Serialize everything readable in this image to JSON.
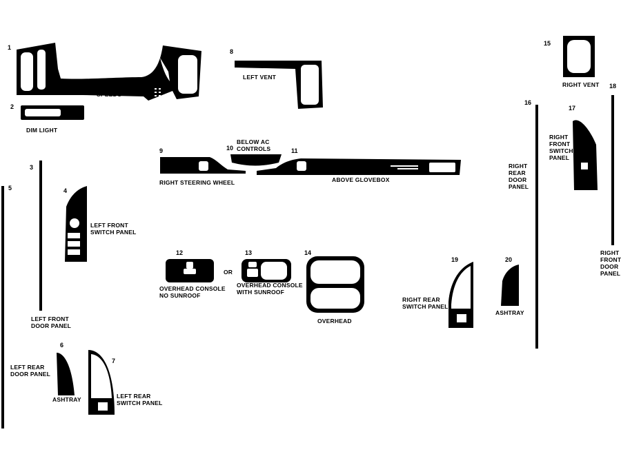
{
  "colors": {
    "part": "#000000",
    "cutout": "#ffffff",
    "background": "#ffffff"
  },
  "parts": [
    {
      "number": "1",
      "label": "SPEEDO"
    },
    {
      "number": "2",
      "label": "DIM LIGHT"
    },
    {
      "number": "3",
      "label": "LEFT FRONT\nDOOR PANEL"
    },
    {
      "number": "4",
      "label": "LEFT FRONT\nSWITCH PANEL"
    },
    {
      "number": "5",
      "label": ""
    },
    {
      "number": "6",
      "label": "LEFT REAR\nDOOR PANEL"
    },
    {
      "number": "7",
      "label": "LEFT REAR\nSWITCH PANEL"
    },
    {
      "number": "8",
      "label": "LEFT VENT"
    },
    {
      "number": "9",
      "label": "RIGHT STEERING WHEEL"
    },
    {
      "number": "10",
      "label": "BELOW AC\nCONTROLS"
    },
    {
      "number": "11",
      "label": "ABOVE GLOVEBOX"
    },
    {
      "number": "12",
      "label": "OVERHEAD CONSOLE\nNO SUNROOF"
    },
    {
      "number": "13",
      "label": "OVERHEAD CONSOLE\nWITH SUNROOF"
    },
    {
      "number": "14",
      "label": "OVERHEAD"
    },
    {
      "number": "15",
      "label": "RIGHT VENT"
    },
    {
      "number": "16",
      "label": "RIGHT\nREAR\nDOOR\nPANEL"
    },
    {
      "number": "17",
      "label": "RIGHT\nFRONT\nSWITCH\nPANEL"
    },
    {
      "number": "18",
      "label": "RIGHT\nFRONT\nDOOR\nPANEL"
    },
    {
      "number": "19",
      "label": "RIGHT REAR\nSWITCH PANEL"
    },
    {
      "number": "20",
      "label": "ASHTRAY"
    }
  ],
  "extra_labels": {
    "ashtray_6": "ASHTRAY",
    "or": "OR"
  }
}
